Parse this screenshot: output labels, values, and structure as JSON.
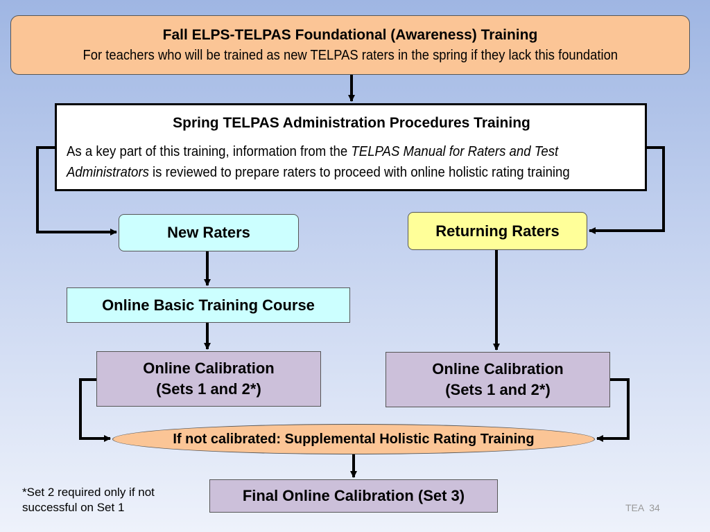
{
  "top": {
    "title": "Fall ELPS-TELPAS Foundational (Awareness) Training",
    "subtitle": "For teachers who will be trained as new TELPAS raters in the spring if they lack this foundation"
  },
  "spring": {
    "title": "Spring TELPAS Administration Procedures Training",
    "body_prefix": "As a key part of this training, information from the ",
    "body_italic": "TELPAS Manual for Raters and Test Administrators",
    "body_suffix": " is reviewed to prepare raters to proceed with online holistic rating training"
  },
  "new_raters": "New Raters",
  "returning_raters": "Returning Raters",
  "basic_course": "Online Basic Training Course",
  "calibration": {
    "line1": "Online Calibration",
    "line2": "(Sets 1 and 2*)"
  },
  "supplemental": "If not calibrated: Supplemental Holistic Rating Training",
  "final": "Final Online Calibration (Set 3)",
  "footnote": "*Set 2 required only if not successful on Set 1",
  "page_label": "TEA  34"
}
